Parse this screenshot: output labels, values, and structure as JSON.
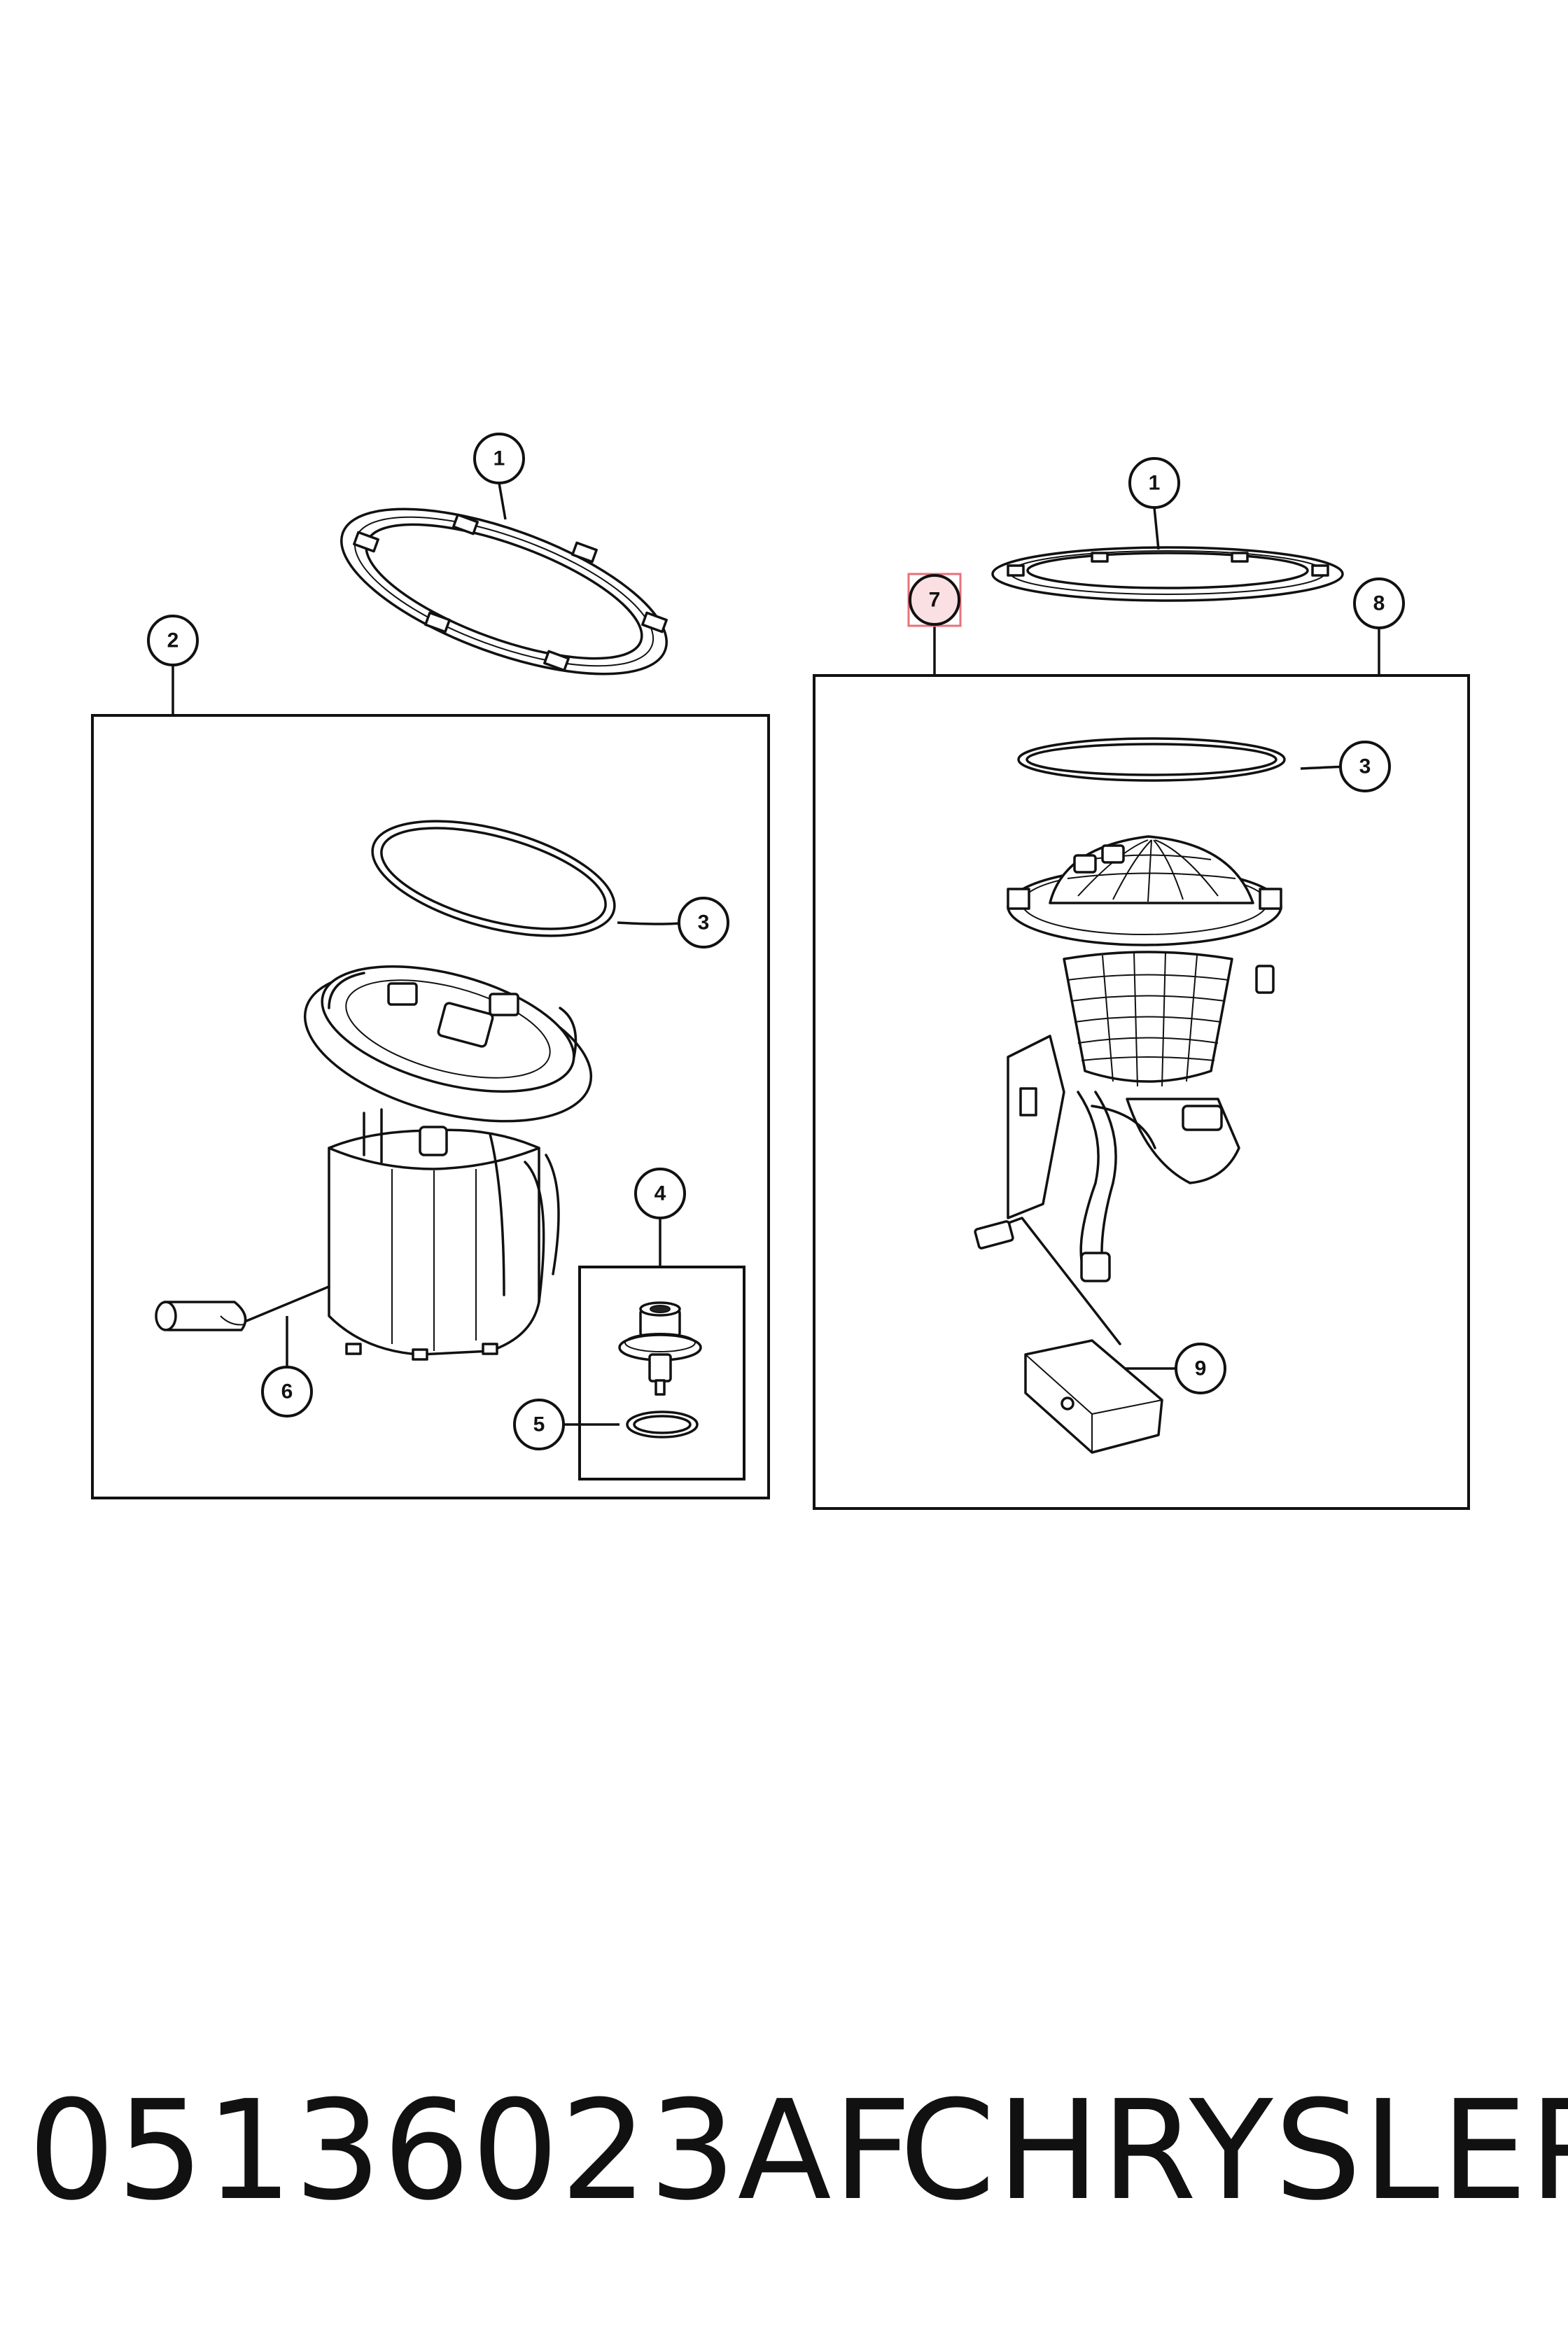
{
  "callouts": {
    "c1_left": "1",
    "c1_right": "1",
    "c2": "2",
    "c3_left": "3",
    "c3_right": "3",
    "c4": "4",
    "c5": "5",
    "c6": "6",
    "c7": "7",
    "c8": "8",
    "c9": "9"
  },
  "highlight_color": "#e8707a",
  "caption": {
    "part_number": "05136023AF",
    "brand": "CHRYSLER"
  }
}
